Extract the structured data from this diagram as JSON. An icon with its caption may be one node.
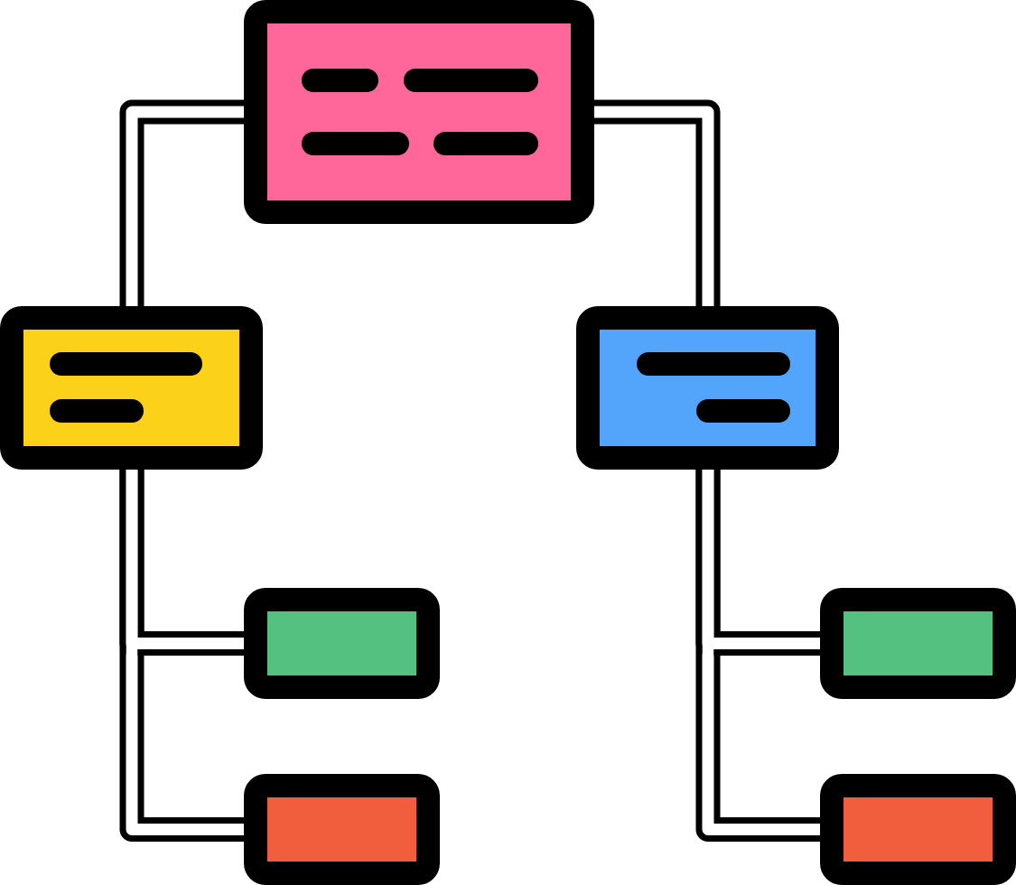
{
  "diagram": {
    "nodes": [
      {
        "text": [],
        "shape": "box"
      },
      {
        "text": [],
        "shape": "box"
      },
      {
        "text": [],
        "shape": "box"
      },
      {
        "text": [],
        "shape": "box"
      },
      {
        "text": [],
        "shape": "box"
      },
      {
        "text": [],
        "shape": "box"
      },
      {
        "text": [],
        "shape": "box"
      }
    ],
    "edges": [
      {
        "from": 0,
        "to": 1,
        "arrow": "none"
      },
      {
        "from": 0,
        "to": 2,
        "arrow": "none"
      },
      {
        "from": 1,
        "to": 3,
        "arrow": "none"
      },
      {
        "from": 1,
        "to": 4,
        "arrow": "none"
      },
      {
        "from": 2,
        "to": 5,
        "arrow": "none"
      },
      {
        "from": 2,
        "to": 6,
        "arrow": "none"
      }
    ]
  }
}
